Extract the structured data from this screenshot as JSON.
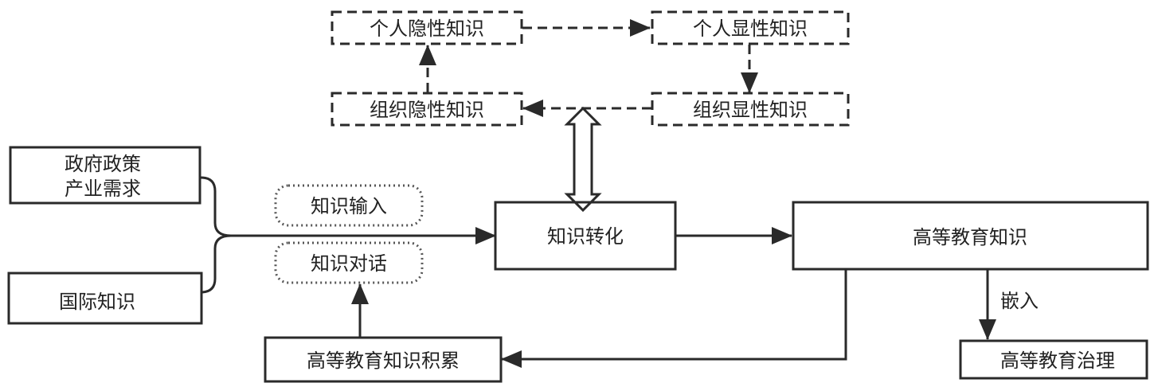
{
  "diagram": {
    "nodes": {
      "personal_tacit": "个人隐性知识",
      "personal_explicit": "个人显性知识",
      "org_tacit": "组织隐性知识",
      "org_explicit": "组织显性知识",
      "gov_policy_line1": "政府政策",
      "gov_policy_line2": "产业需求",
      "intl_knowledge": "国际知识",
      "knowledge_input": "知识输入",
      "knowledge_dialogue": "知识对话",
      "knowledge_transform": "知识转化",
      "he_knowledge": "高等教育知识",
      "he_accumulation": "高等教育知识积累",
      "he_governance": "高等教育治理"
    },
    "edge_labels": {
      "embed": "嵌入"
    },
    "colors": {
      "stroke": "#2a2a2a",
      "text": "#222222",
      "background": "#ffffff"
    }
  }
}
